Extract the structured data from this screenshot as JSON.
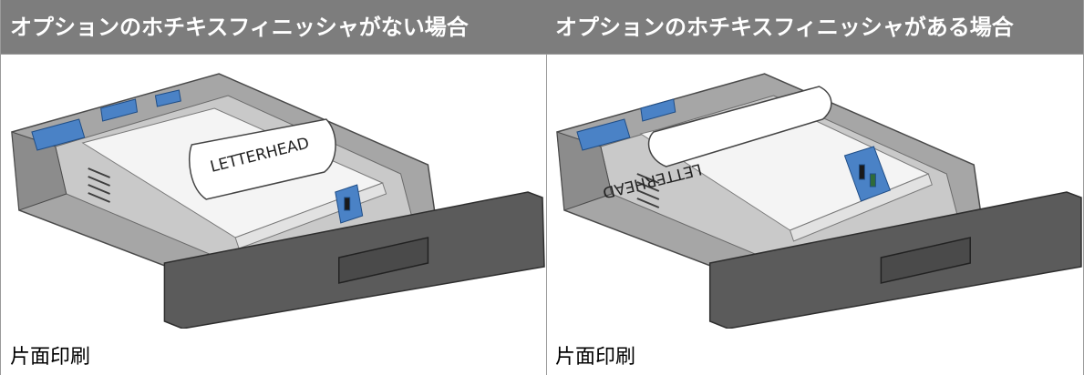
{
  "columns": [
    {
      "header": "オプションのホチキスフィニッシャがない場合",
      "paper_label": "LETTERHEAD",
      "caption": "片面印刷"
    },
    {
      "header": "オプションのホチキスフィニッシャがある場合",
      "paper_label": "LETTERHEAD",
      "caption": "片面印刷"
    }
  ],
  "colors": {
    "header_bg": "#7d7d7d",
    "tray_gray": "#9a9a9a",
    "tray_dark": "#5b5b5b",
    "guide_blue": "#4a82c6"
  }
}
